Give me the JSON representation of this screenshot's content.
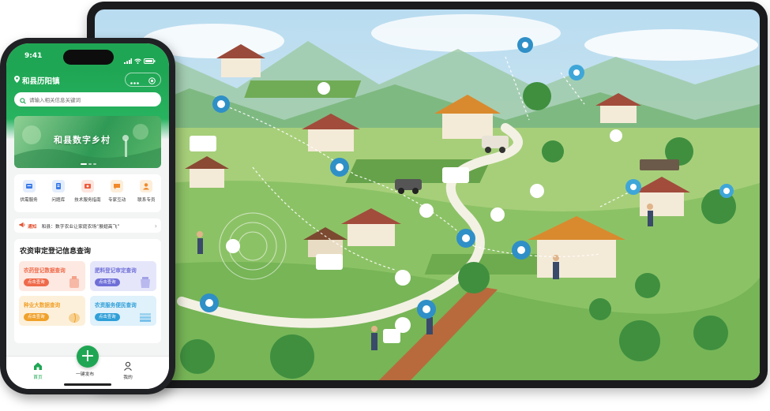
{
  "phone": {
    "status": {
      "time": "9:41"
    },
    "header": {
      "location": "和县历阳镇"
    },
    "search": {
      "placeholder": "请输入相关信息关键词"
    },
    "banner": {
      "title": "和县数字乡村"
    },
    "services": [
      {
        "label": "供需服务",
        "icon": "supply-demand-icon",
        "color": "#3b7be8"
      },
      {
        "label": "问题库",
        "icon": "question-bank-icon",
        "color": "#3b7be8"
      },
      {
        "label": "技术服务指南",
        "icon": "tech-guide-icon",
        "color": "#ef5a3b"
      },
      {
        "label": "专家互动",
        "icon": "expert-chat-icon",
        "color": "#f08a2a"
      },
      {
        "label": "联系专员",
        "icon": "contact-agent-icon",
        "color": "#f08a2a"
      }
    ],
    "notice": {
      "tag": "通知",
      "text": "和县：数字农业让家庭农场“展翅高飞”"
    },
    "query": {
      "title": "农资审定登记信息查询",
      "cards": [
        {
          "title": "农药登记数据查询",
          "button": "点击查询",
          "bg": "#fde9e2",
          "accent": "#ef6a4a"
        },
        {
          "title": "肥料登记审定查询",
          "button": "点击查询",
          "bg": "#e6e6fb",
          "accent": "#6f6fd8"
        },
        {
          "title": "种业大数据查询",
          "button": "点击查询",
          "bg": "#fdf0da",
          "accent": "#f0a12a"
        },
        {
          "title": "农资服务便民查询",
          "button": "点击查询",
          "bg": "#dff1fb",
          "accent": "#2f9fd8"
        }
      ]
    },
    "tabbar": {
      "home": "首页",
      "publish": "一键发布",
      "mine": "我的"
    },
    "colors": {
      "brand": "#1fa654"
    }
  }
}
